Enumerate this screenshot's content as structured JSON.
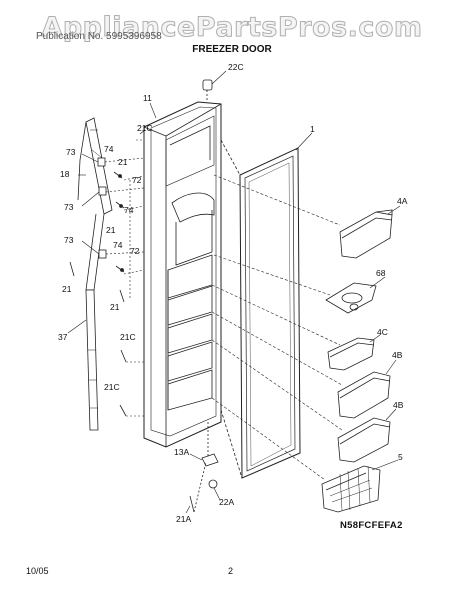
{
  "header": {
    "watermark": "AppliancePartsPros.com",
    "subtitle": "Publication No. 5995396958",
    "title": "FREEZER DOOR"
  },
  "callouts": {
    "c22C": "22C",
    "c11": "11",
    "c21C_top": "21C",
    "c1": "1",
    "c73_a": "73",
    "c74_a": "74",
    "c21_a": "21",
    "c18": "18",
    "c72_a": "72",
    "c73_b": "73",
    "c74_b": "74",
    "c21_b": "21",
    "c4A": "4A",
    "c73_c": "73",
    "c74_c": "74",
    "c72_b": "72",
    "c21_c": "21",
    "c68": "68",
    "c21_d": "21",
    "c37": "37",
    "c21C_mid": "21C",
    "c4C": "4C",
    "c4B_a": "4B",
    "c21C_low": "21C",
    "c4B_b": "4B",
    "c13A": "13A",
    "c5": "5",
    "c22A": "22A",
    "c21A": "21A"
  },
  "footer": {
    "diagram_code": "N58FCFEFA2",
    "date": "10/05",
    "page_number": "2"
  }
}
